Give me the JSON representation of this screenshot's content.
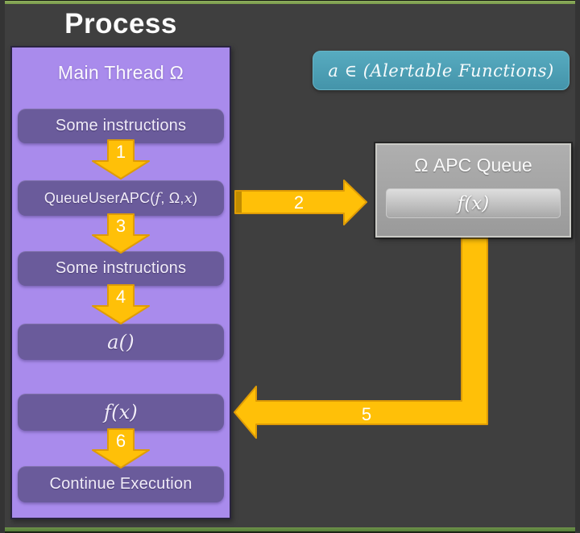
{
  "title": "Process",
  "alertable_badge": {
    "text": "a ∈ (Alertable Functions)"
  },
  "main_thread": {
    "title": "Main Thread Ω",
    "steps": {
      "some_instructions_1": "Some instructions",
      "queue_user_apc": {
        "p1": "QueueUserAPC(",
        "f": "f",
        "p2": ", Ω, ",
        "x": "x",
        "p3": ")"
      },
      "some_instructions_2": "Some instructions",
      "a_call": "a()",
      "f_call": "f(x)",
      "continue_execution": "Continue Execution"
    }
  },
  "apc_queue": {
    "title": "Ω APC Queue",
    "item": "f(x)"
  },
  "arrows": {
    "n1": "1",
    "n2": "2",
    "n3": "3",
    "n4": "4",
    "n5": "5",
    "n6": "6"
  },
  "colors": {
    "background": "#3F3F3F",
    "frame_green": "#84A455",
    "thread_fill": "#A98BEC",
    "step_fill": "#6A5B9B",
    "queue_fill": "#A6A6A6",
    "badge_teal": "#4DA2B8",
    "accent_yellow": "#FFC008",
    "arrow_outline": "#DE9B06"
  }
}
